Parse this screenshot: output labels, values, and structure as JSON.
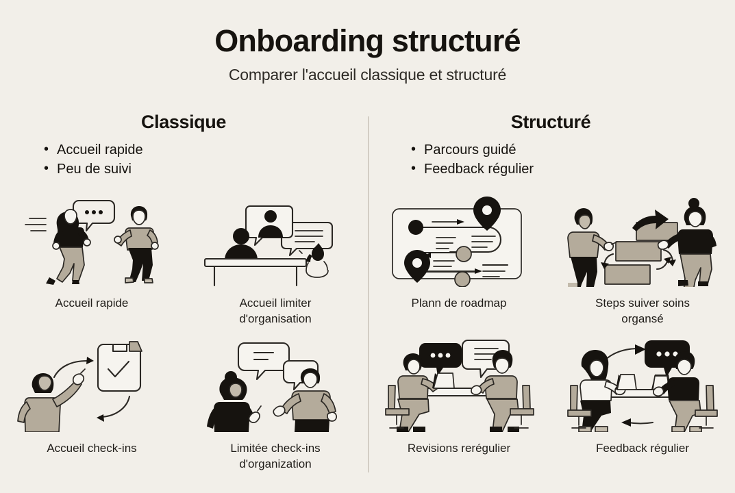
{
  "header": {
    "title": "Onboarding structuré",
    "subtitle": "Comparer l'accueil classique et structuré"
  },
  "colors": {
    "background": "#f2efe9",
    "ink": "#16130f",
    "tan": "#b4ab9b",
    "divider": "#b9b2a6"
  },
  "columns": [
    {
      "id": "classique",
      "heading": "Classique",
      "bullets": [
        "Accueil rapide",
        "Peu de suivi"
      ],
      "cards": [
        {
          "caption": "Accueil rapide",
          "icon": "two-people-greeting-icon"
        },
        {
          "caption": "Accueil limiter d'organisation",
          "icon": "desk-video-call-icon"
        },
        {
          "caption": "Accueil check-ins",
          "icon": "person-checklist-icon"
        },
        {
          "caption": "Limitée check-ins d'organization",
          "icon": "two-people-talking-icon"
        }
      ]
    },
    {
      "id": "structure",
      "heading": "Structuré",
      "bullets": [
        "Parcours guidé",
        "Feedback régulier"
      ],
      "cards": [
        {
          "caption": "Plann de roadmap",
          "icon": "roadmap-board-icon"
        },
        {
          "caption": "Steps suiver soins organsé",
          "icon": "steps-stairs-icon"
        },
        {
          "caption": "Revisions rerégulier",
          "icon": "meeting-laptop-icon"
        },
        {
          "caption": "Feedback régulier",
          "icon": "feedback-loop-meeting-icon"
        }
      ]
    }
  ]
}
